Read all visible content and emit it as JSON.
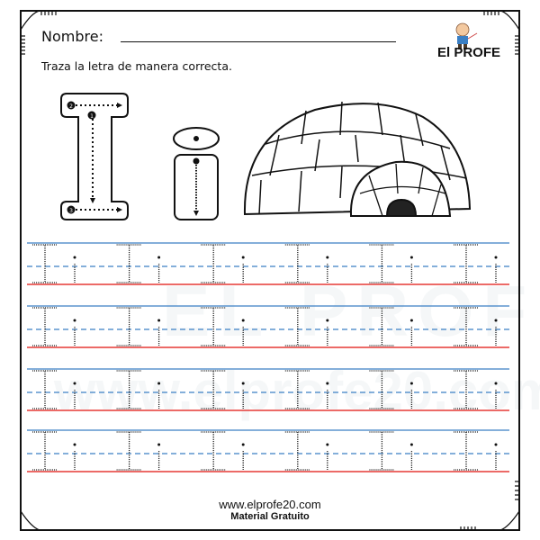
{
  "header": {
    "name_label": "Nombre:",
    "instruction": "Traza la letra de manera correcta.",
    "brand": "El PROFE"
  },
  "model_letters": {
    "uppercase": "I",
    "lowercase": "i",
    "stroke_numbers": [
      "1",
      "2",
      "3"
    ],
    "picture": "igloo"
  },
  "practice": {
    "rows": 4,
    "pairs_per_row": 6,
    "pair": [
      "I",
      "i"
    ],
    "colors": {
      "top_line": "#3a7fc4",
      "mid_line": "#3a7fc4",
      "base_line": "#e53935"
    }
  },
  "watermark": {
    "brand": "EL PROFE",
    "url": "www.elprofe20.com"
  },
  "footer": {
    "url": "www.elprofe20.com",
    "subtitle": "Material Gratuito"
  }
}
